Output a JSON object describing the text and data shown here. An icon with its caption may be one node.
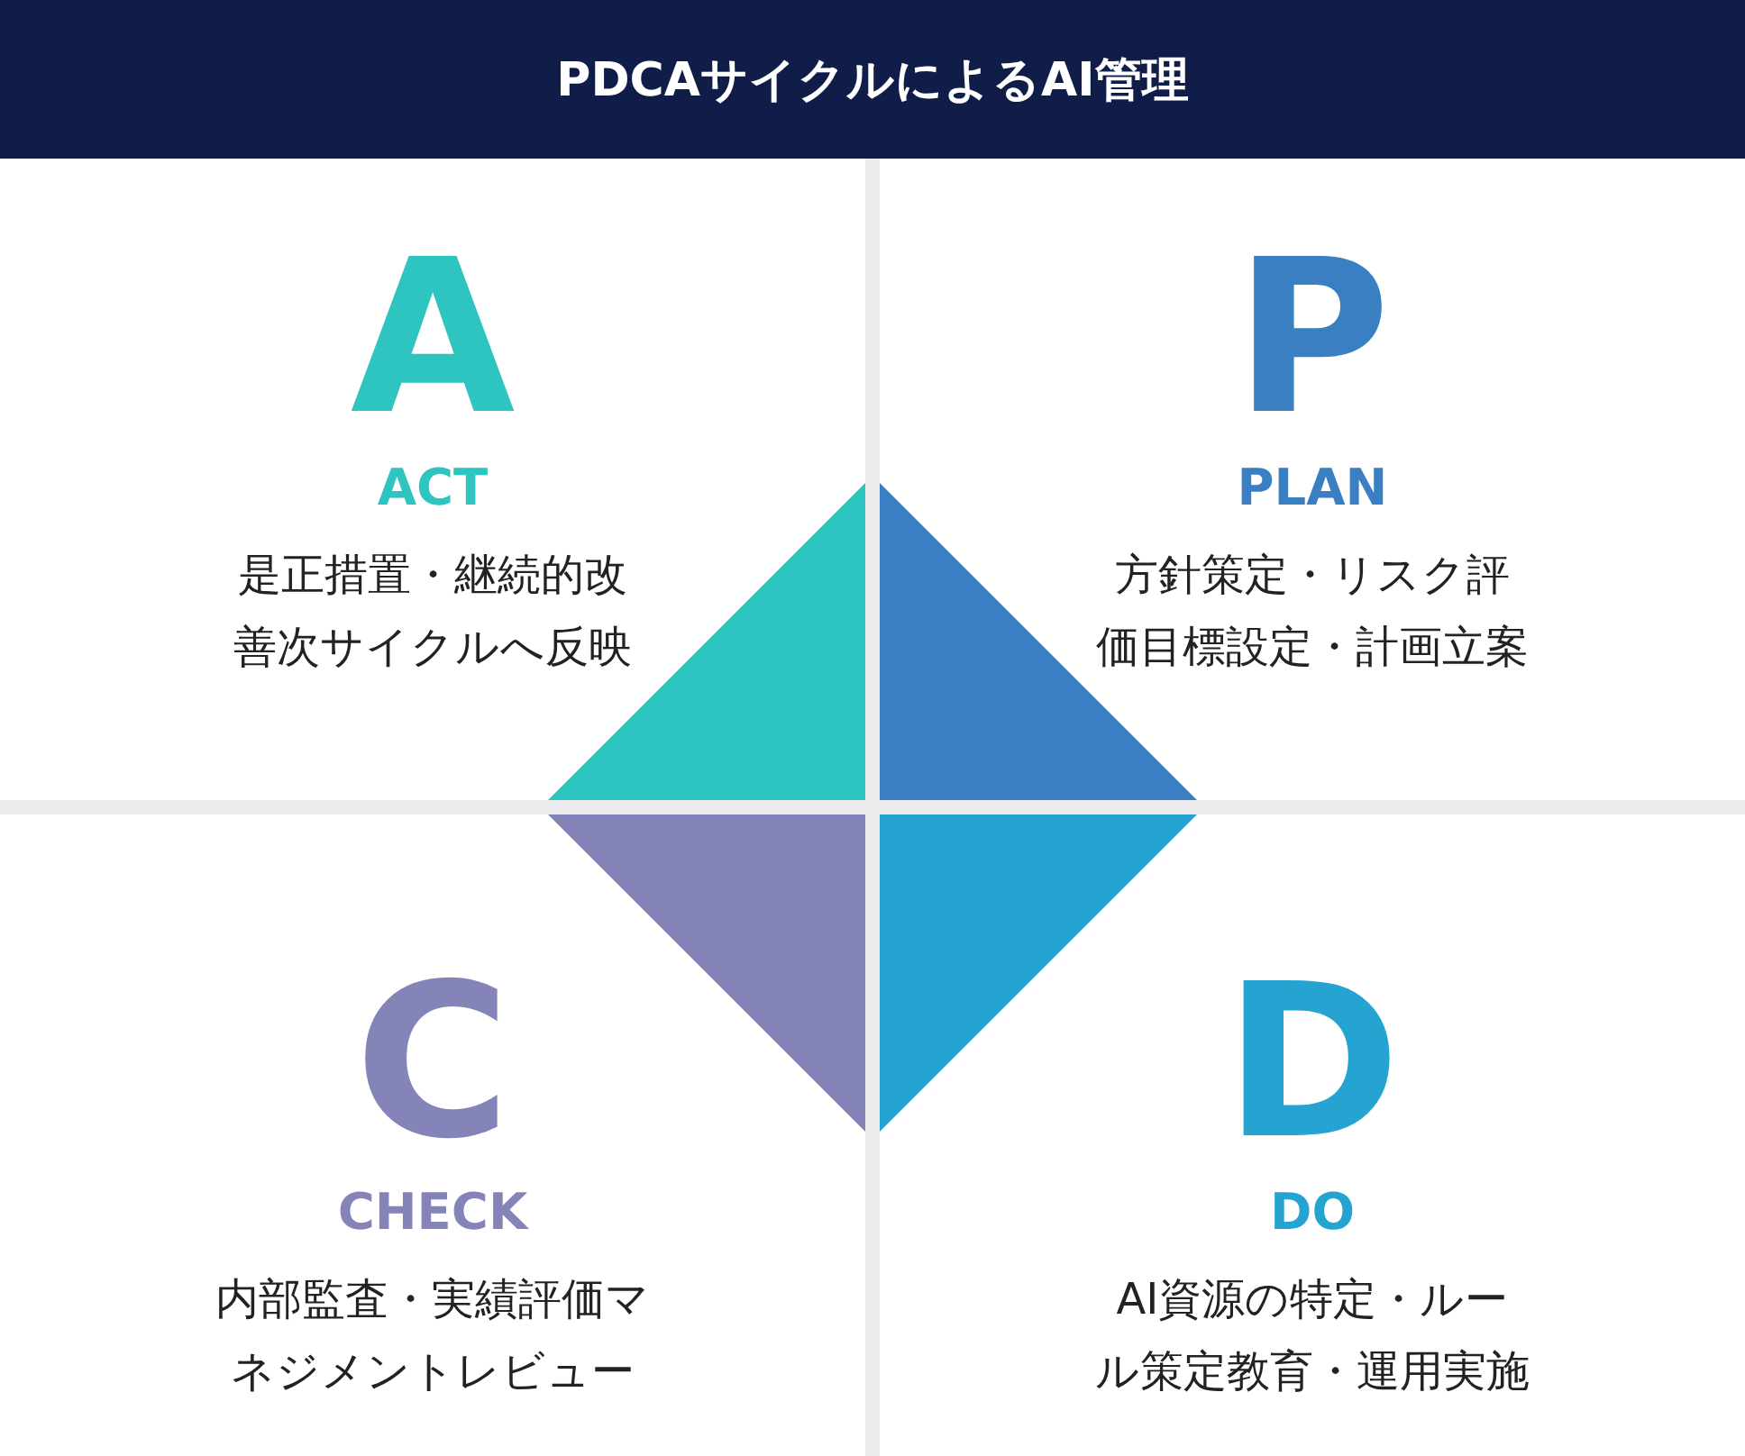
{
  "diagram": {
    "title": "PDCAサイクルによるAI管理",
    "nodes": [
      {
        "text": [
          "A",
          "ACT",
          "是正措置・継続的改善次サイクルへ反映"
        ]
      },
      {
        "text": [
          "P",
          "PLAN",
          "方針策定・リスク評価目標設定・計画立案"
        ]
      },
      {
        "text": [
          "C",
          "CHECK",
          "内部監査・実績評価マネジメントレビュー"
        ]
      },
      {
        "text": [
          "D",
          "DO",
          "AI資源の特定・ルール策定教育・運用実施"
        ]
      }
    ]
  }
}
